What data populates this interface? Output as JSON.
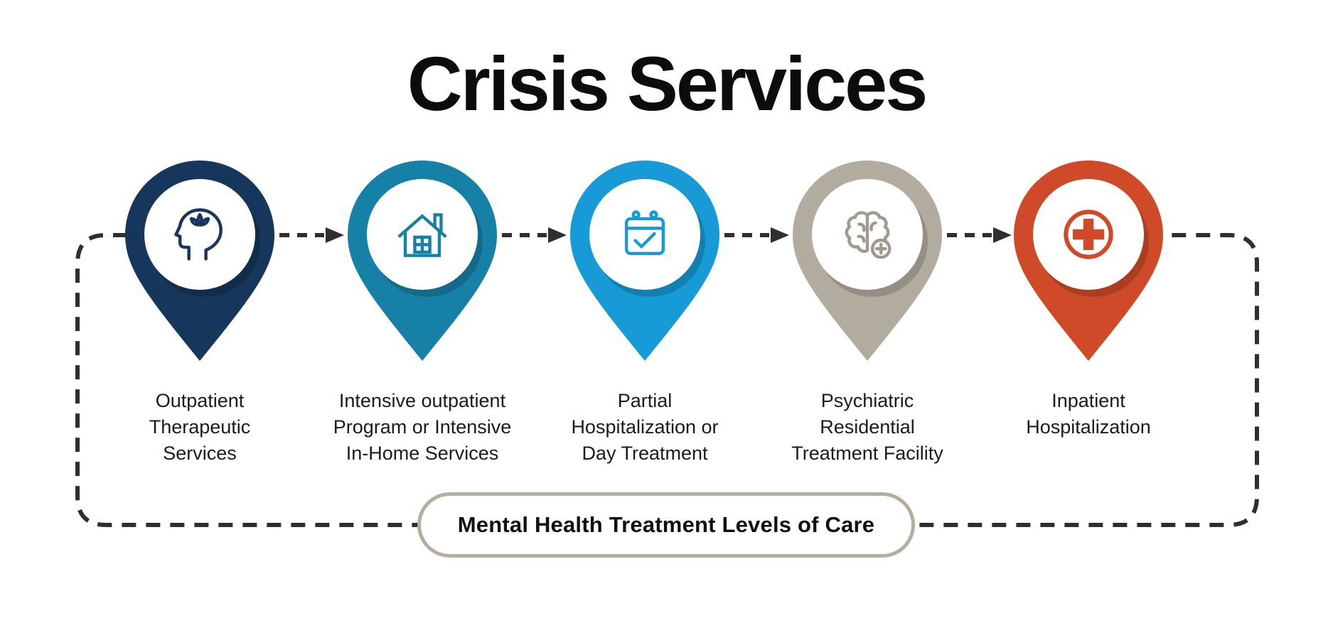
{
  "title": "Crisis Services",
  "pins": [
    {
      "name": "outpatient-therapeutic-services",
      "color": "#16365c",
      "icon_color": "#16365c",
      "icon": "head-lotus-icon",
      "label_lines": [
        "Outpatient",
        "Therapeutic",
        "Services"
      ]
    },
    {
      "name": "intensive-outpatient-in-home",
      "color": "#1780a6",
      "icon_color": "#1780a6",
      "icon": "house-icon",
      "label_lines": [
        "Intensive outpatient",
        "Program or Intensive",
        "In-Home Services"
      ]
    },
    {
      "name": "partial-hospitalization-day-treatment",
      "color": "#189ad6",
      "icon_color": "#189ad6",
      "icon": "calendar-check-icon",
      "label_lines": [
        "Partial",
        "Hospitalization or",
        "Day Treatment"
      ]
    },
    {
      "name": "psychiatric-residential-treatment-facility",
      "color": "#b2aba0",
      "icon_color": "#a09a8e",
      "icon": "brain-plus-icon",
      "label_lines": [
        "Psychiatric",
        "Residential",
        "Treatment Facility"
      ]
    },
    {
      "name": "inpatient-hospitalization",
      "color": "#ce4a28",
      "icon_color": "#ce4a28",
      "icon": "medical-cross-icon",
      "label_lines": [
        "Inpatient",
        "Hospitalization"
      ]
    }
  ],
  "footer_pill": {
    "label": "Mental Health Treatment Levels of Care",
    "border_color": "#b5ad9d"
  },
  "flow": {
    "dash_color": "#2f2f2f"
  }
}
